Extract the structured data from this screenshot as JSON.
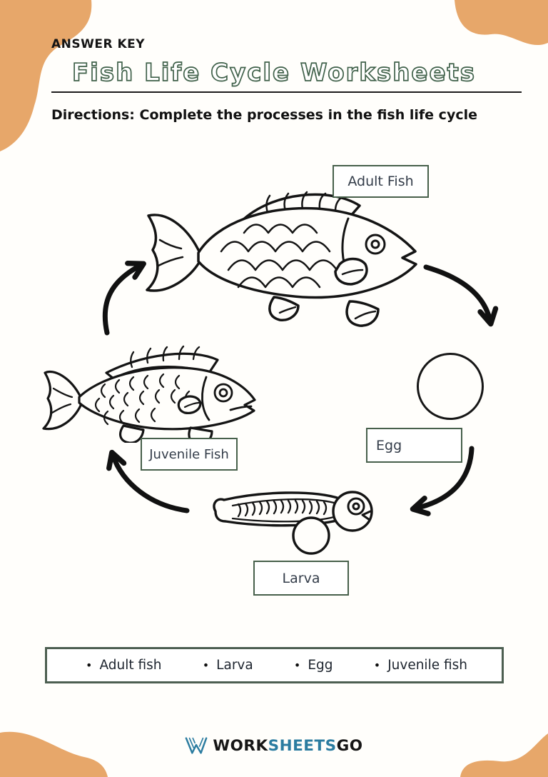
{
  "header": {
    "answer_key": "ANSWER KEY",
    "title": "Fish Life Cycle Worksheets",
    "directions": "Directions: Complete the processes in the fish life cycle"
  },
  "cycle": {
    "adult": {
      "label": "Adult Fish"
    },
    "egg": {
      "label": "Egg"
    },
    "larva": {
      "label": "Larva"
    },
    "juvenile": {
      "label": "Juvenile Fish"
    }
  },
  "word_bank": {
    "bullet": "•",
    "items": [
      "Adult fish",
      "Larva",
      "Egg",
      "Juvenile fish"
    ]
  },
  "footer": {
    "brand_prefix": "WORK",
    "brand_mid": "SHEETS",
    "brand_suffix": "GO"
  },
  "colors": {
    "corner_blob_orange": "#e7a76a",
    "label_border_green": "#47604b",
    "title_outline_green": "#40614a",
    "logo_teal": "#2b7ca0",
    "ink": "#161616"
  }
}
